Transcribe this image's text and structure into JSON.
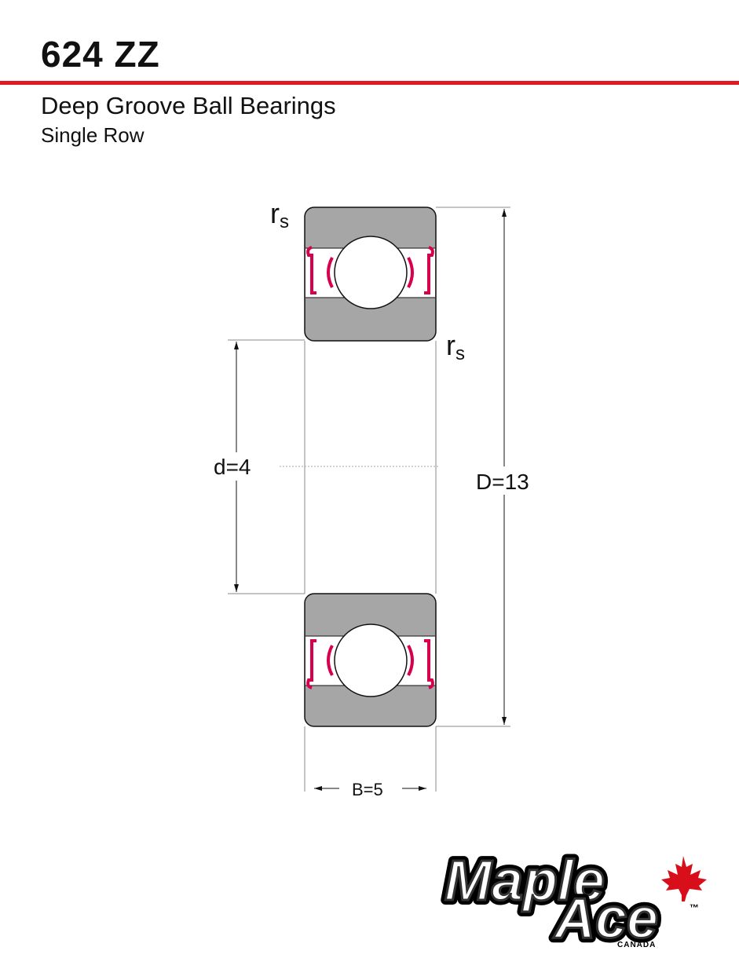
{
  "header": {
    "title": "624 ZZ",
    "subtitle": "Deep Groove Ball Bearings",
    "subsubtitle": "Single Row",
    "accent_color": "#e01b24"
  },
  "diagram": {
    "labels": {
      "radius_top": "r",
      "radius_top_sub": "s",
      "radius_bottom": "r",
      "radius_bottom_sub": "s",
      "bore": "d=4",
      "outer": "D=13",
      "width": "B=5"
    },
    "colors": {
      "ring": "#a6a6a6",
      "shield": "#d6004f",
      "ball": "#ffffff",
      "outline": "#111111"
    }
  },
  "logo": {
    "word1": "Maple",
    "word2": "Ace",
    "country": "CANADA",
    "trademark": "™",
    "leaf_color": "#d80f1b"
  }
}
